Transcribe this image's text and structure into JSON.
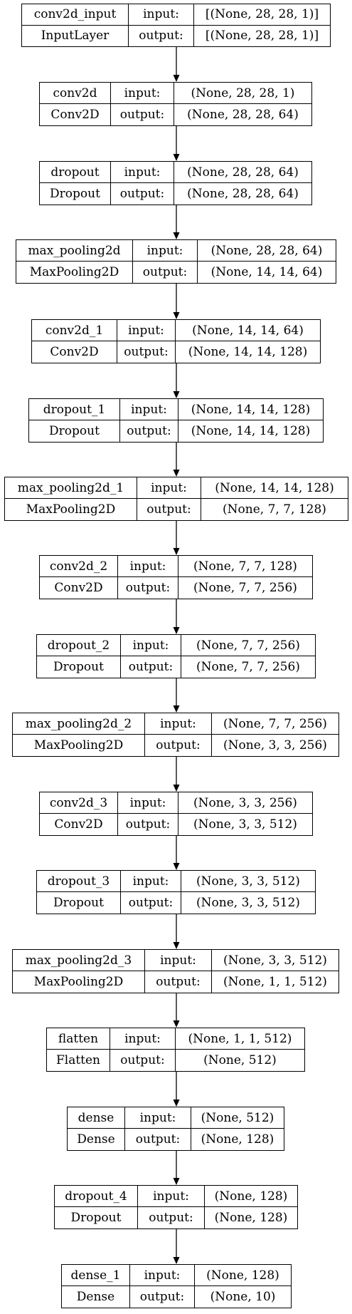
{
  "io_labels": {
    "input": "input:",
    "output": "output:"
  },
  "layers": [
    {
      "name": "conv2d_input",
      "type": "InputLayer",
      "input": "[(None, 28, 28, 1)]",
      "output": "[(None, 28, 28, 1)]"
    },
    {
      "name": "conv2d",
      "type": "Conv2D",
      "input": "(None, 28, 28, 1)",
      "output": "(None, 28, 28, 64)"
    },
    {
      "name": "dropout",
      "type": "Dropout",
      "input": "(None, 28, 28, 64)",
      "output": "(None, 28, 28, 64)"
    },
    {
      "name": "max_pooling2d",
      "type": "MaxPooling2D",
      "input": "(None, 28, 28, 64)",
      "output": "(None, 14, 14, 64)"
    },
    {
      "name": "conv2d_1",
      "type": "Conv2D",
      "input": "(None, 14, 14, 64)",
      "output": "(None, 14, 14, 128)"
    },
    {
      "name": "dropout_1",
      "type": "Dropout",
      "input": "(None, 14, 14, 128)",
      "output": "(None, 14, 14, 128)"
    },
    {
      "name": "max_pooling2d_1",
      "type": "MaxPooling2D",
      "input": "(None, 14, 14, 128)",
      "output": "(None, 7, 7, 128)"
    },
    {
      "name": "conv2d_2",
      "type": "Conv2D",
      "input": "(None, 7, 7, 128)",
      "output": "(None, 7, 7, 256)"
    },
    {
      "name": "dropout_2",
      "type": "Dropout",
      "input": "(None, 7, 7, 256)",
      "output": "(None, 7, 7, 256)"
    },
    {
      "name": "max_pooling2d_2",
      "type": "MaxPooling2D",
      "input": "(None, 7, 7, 256)",
      "output": "(None, 3, 3, 256)"
    },
    {
      "name": "conv2d_3",
      "type": "Conv2D",
      "input": "(None, 3, 3, 256)",
      "output": "(None, 3, 3, 512)"
    },
    {
      "name": "dropout_3",
      "type": "Dropout",
      "input": "(None, 3, 3, 512)",
      "output": "(None, 3, 3, 512)"
    },
    {
      "name": "max_pooling2d_3",
      "type": "MaxPooling2D",
      "input": "(None, 3, 3, 512)",
      "output": "(None, 1, 1, 512)"
    },
    {
      "name": "flatten",
      "type": "Flatten",
      "input": "(None, 1, 1, 512)",
      "output": "(None, 512)"
    },
    {
      "name": "dense",
      "type": "Dense",
      "input": "(None, 512)",
      "output": "(None, 128)"
    },
    {
      "name": "dropout_4",
      "type": "Dropout",
      "input": "(None, 128)",
      "output": "(None, 128)"
    },
    {
      "name": "dense_1",
      "type": "Dense",
      "input": "(None, 128)",
      "output": "(None, 10)"
    }
  ]
}
